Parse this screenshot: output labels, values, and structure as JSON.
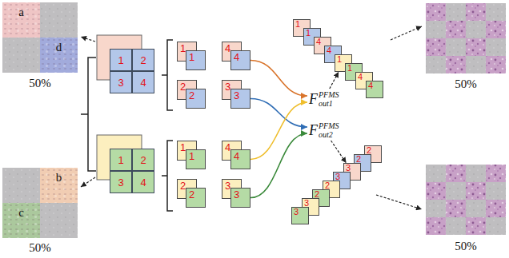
{
  "diagram": {
    "nodes": [
      {
        "text": [
          "a"
        ]
      },
      {
        "text": [
          "d"
        ]
      },
      {
        "text": [
          "1"
        ]
      },
      {
        "text": [
          "2"
        ]
      },
      {
        "text": [
          "3"
        ]
      },
      {
        "text": [
          "4"
        ]
      },
      {
        "text": [
          "1"
        ]
      },
      {
        "text": [
          "1"
        ]
      },
      {
        "text": [
          "4"
        ]
      },
      {
        "text": [
          "4"
        ]
      },
      {
        "text": [
          "2"
        ]
      },
      {
        "text": [
          "2"
        ]
      },
      {
        "text": [
          "3"
        ]
      },
      {
        "text": [
          "3"
        ]
      },
      {
        "text": [
          "1"
        ]
      },
      {
        "text": [
          "1"
        ]
      },
      {
        "text": [
          "4"
        ]
      },
      {
        "text": [
          "4"
        ]
      },
      {
        "text": [
          "1"
        ]
      },
      {
        "text": [
          "1"
        ]
      },
      {
        "text": [
          "4"
        ]
      },
      {
        "text": [
          "4"
        ]
      },
      {
        "text": [
          "F",
          "out1",
          "PFMS"
        ]
      },
      {
        "text": [
          "F",
          "out2",
          "PFMS"
        ]
      },
      {
        "text": [
          "2"
        ]
      },
      {
        "text": [
          "2"
        ]
      },
      {
        "text": [
          "3"
        ]
      },
      {
        "text": [
          "3"
        ]
      },
      {
        "text": [
          "2"
        ]
      },
      {
        "text": [
          "2"
        ]
      },
      {
        "text": [
          "3"
        ]
      },
      {
        "text": [
          "3"
        ]
      },
      {
        "text": [
          "1"
        ]
      },
      {
        "text": [
          "2"
        ]
      },
      {
        "text": [
          "3"
        ]
      },
      {
        "text": [
          "4"
        ]
      },
      {
        "text": [
          "1"
        ]
      },
      {
        "text": [
          "1"
        ]
      },
      {
        "text": [
          "4"
        ]
      },
      {
        "text": [
          "4"
        ]
      },
      {
        "text": [
          "2"
        ]
      },
      {
        "text": [
          "2"
        ]
      },
      {
        "text": [
          "3"
        ]
      },
      {
        "text": [
          "3"
        ]
      },
      {
        "text": [
          "b"
        ]
      },
      {
        "text": [
          "c"
        ]
      }
    ],
    "edges": [
      {
        "from": 9,
        "to": 22,
        "arrow": "to"
      },
      {
        "from": 13,
        "to": 23,
        "arrow": "to"
      },
      {
        "from": 39,
        "to": 22,
        "arrow": "to"
      },
      {
        "from": 43,
        "to": 23,
        "arrow": "to"
      },
      {
        "from": 22,
        "to": 18,
        "arrow": "to"
      },
      {
        "from": 23,
        "to": 26,
        "arrow": "to"
      }
    ],
    "labels": [
      "50%",
      "50%",
      "50%",
      "50%"
    ]
  }
}
